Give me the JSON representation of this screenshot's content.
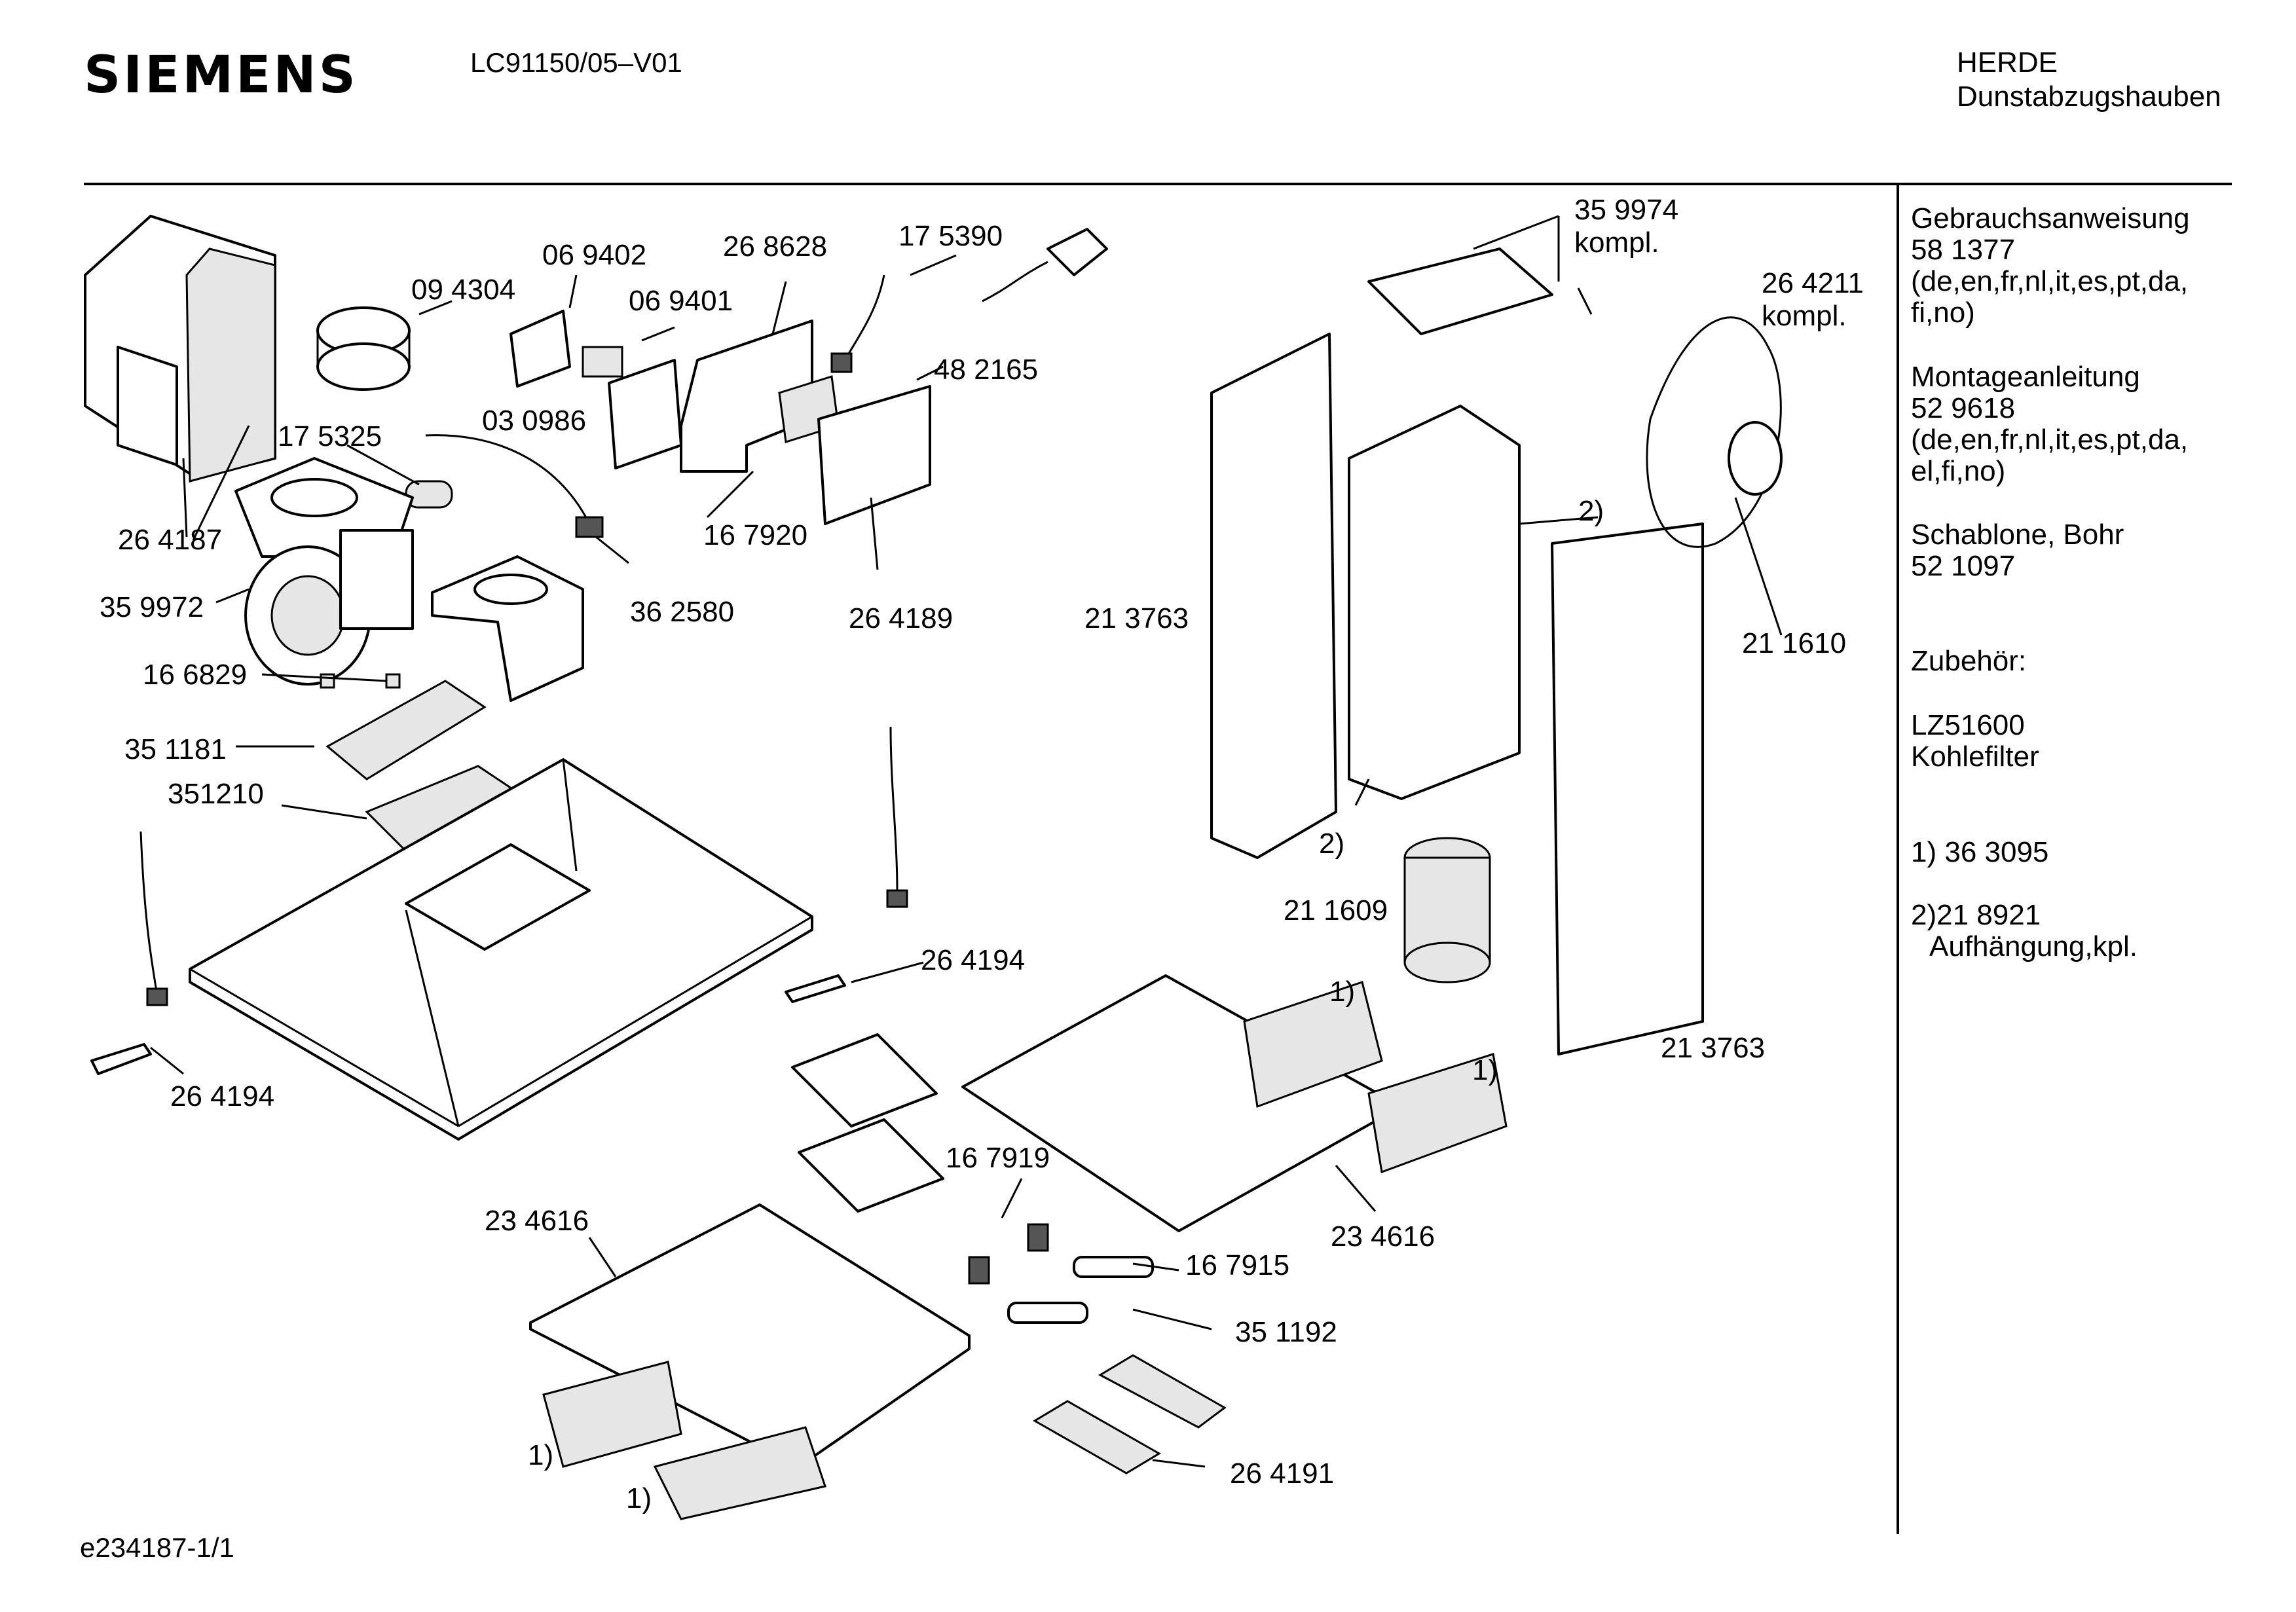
{
  "header": {
    "brand": "SIEMENS",
    "model": "LC91150/05–V01",
    "category_line1": "HERDE",
    "category_line2": "Dunstabzugshauben"
  },
  "sidebar": {
    "manual_title": "Gebrauchsanweisung",
    "manual_number": "58 1377",
    "manual_languages_1": "(de,en,fr,nl,it,es,pt,da,",
    "manual_languages_2": "fi,no)",
    "install_title": "Montageanleitung",
    "install_number": "52 9618",
    "install_languages_1": "(de,en,fr,nl,it,es,pt,da,",
    "install_languages_2": "el,fi,no)",
    "template_title": "Schablone, Bohr",
    "template_number": "52 1097",
    "accessories_title": "Zubehör:",
    "accessory_code": "LZ51600",
    "accessory_name": "Kohlefilter",
    "note1": "1) 36 3095",
    "note2": "2)21 8921",
    "note2_desc": "Aufhängung,kpl."
  },
  "parts": {
    "p264187": "26 4187",
    "p094304": "09 4304",
    "p069402": "06 9402",
    "p069401": "06 9401",
    "p030986": "03 0986",
    "p268628": "26 8628",
    "p175390": "17 5390",
    "p482165": "48 2165",
    "p175325": "17 5325",
    "p359972": "35 9972",
    "p362580": "36 2580",
    "p167920": "16 7920",
    "p264189": "26 4189",
    "p213763a": "21 3763",
    "p359974": "35 9974",
    "kompl_a": "kompl.",
    "p264211": "26 4211",
    "kompl_b": "kompl.",
    "note2a": "2)",
    "note2b": "2)",
    "p211610": "21 1610",
    "p166829": "16 6829",
    "p351181": "35 1181",
    "p351210": "351210",
    "p211609": "21 1609",
    "p264194a": "26 4194",
    "p264194b": "26 4194",
    "note1a": "1)",
    "note1b": "1)",
    "p213763b": "21 3763",
    "p167919": "16 7919",
    "p234616a": "23 4616",
    "p234616b": "23 4616",
    "p167915": "16 7915",
    "p351192": "35 1192",
    "p264191": "26 4191",
    "note1c": "1)",
    "note1d": "1)"
  },
  "footer": {
    "doc_id": "e234187-1/1"
  }
}
